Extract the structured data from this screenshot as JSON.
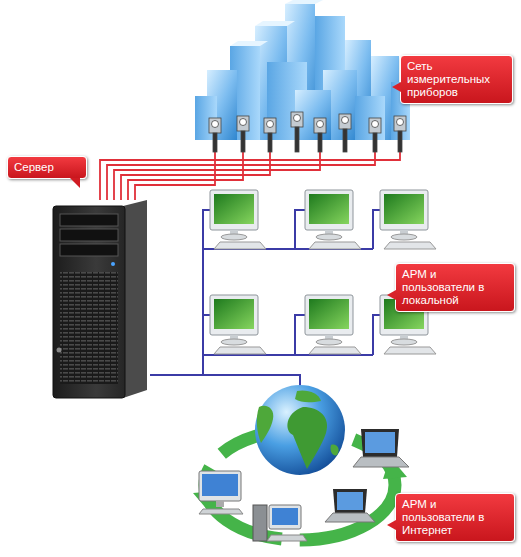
{
  "diagram": {
    "nodes": [
      {
        "text": [
          "Сеть измерительных приборов"
        ]
      },
      {
        "text": [
          "Сервер"
        ]
      },
      {
        "text": [
          "АРМ и пользователи в локальной"
        ]
      },
      {
        "text": [
          "АРМ и пользователи в Интернет"
        ]
      }
    ],
    "edges": [
      {
        "from": 1,
        "to": 0,
        "arrow": "none"
      },
      {
        "from": 1,
        "to": 2,
        "arrow": "none"
      },
      {
        "from": 1,
        "to": 3,
        "arrow": "none"
      }
    ]
  }
}
